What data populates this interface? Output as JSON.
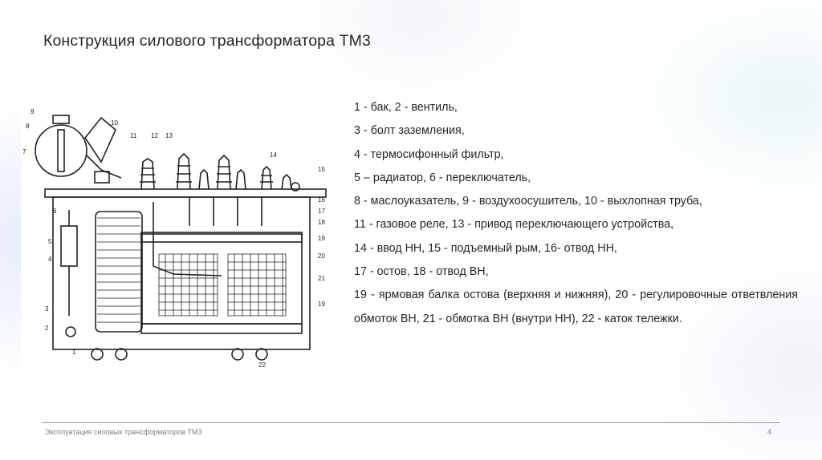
{
  "slide": {
    "title": "Конструкция силового трансформатора ТМ3",
    "diagram": {
      "labels": [
        "9",
        "8",
        "7",
        "10",
        "11",
        "12",
        "13",
        "14",
        "15",
        "6",
        "16",
        "17",
        "18",
        "19",
        "20",
        "21",
        "5",
        "4",
        "3",
        "2",
        "1",
        "19",
        "22"
      ]
    },
    "legend": [
      "1 - бак, 2 - вентиль,",
      "3 - болт заземления,",
      "4 - термосифонный фильтр,",
      "5 – радиатор, 6 - переключатель,",
      "8 - маслоуказатель, 9 - воздухоосушитель, 10 - выхлопная труба,",
      "11 - газовое реле, 13 - привод переключающего устройства,",
      "14 - ввод НН, 15 - подъемный рым, 16- отвод НН,",
      "17 - остов, 18 - отвод ВН,",
      "19 - ярмовая балка остова (верхняя и нижняя), 20 - регулировочные ответвления обмоток ВН, 21 - обмотка ВН (внутри НН), 22 - каток тележки."
    ],
    "footer": "Эксплуатация силовых трансформаторов ТМ3",
    "page_number": "4"
  }
}
